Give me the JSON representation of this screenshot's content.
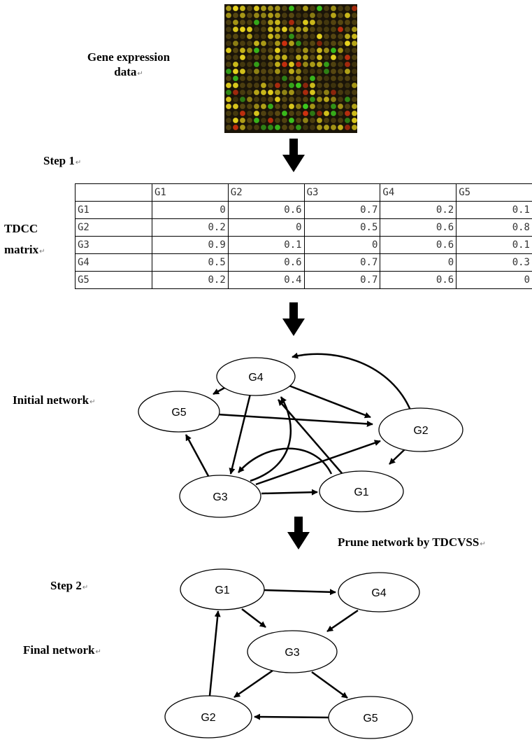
{
  "labels": {
    "gene_expression_line1": "Gene expression",
    "gene_expression_line2": "data",
    "step1": "Step 1",
    "tdcc_line1": "TDCC",
    "tdcc_line2": "matrix",
    "initial_network": "Initial network",
    "prune": "Prune network by TDCVSS",
    "step2": "Step 2",
    "final_network": "Final network",
    "return_mark": "↵"
  },
  "matrix": {
    "headers": [
      "G1",
      "G2",
      "G3",
      "G4",
      "G5"
    ],
    "rows": [
      {
        "label": "G1",
        "values": [
          "0",
          "0.6",
          "0.7",
          "0.2",
          "0.1"
        ]
      },
      {
        "label": "G2",
        "values": [
          "0.2",
          "0",
          "0.5",
          "0.6",
          "0.8"
        ]
      },
      {
        "label": "G3",
        "values": [
          "0.9",
          "0.1",
          "0",
          "0.6",
          "0.1"
        ]
      },
      {
        "label": "G4",
        "values": [
          "0.5",
          "0.6",
          "0.7",
          "0",
          "0.3"
        ]
      },
      {
        "label": "G5",
        "values": [
          "0.2",
          "0.4",
          "0.7",
          "0.6",
          "0"
        ]
      }
    ]
  },
  "initial_network": {
    "nodes": [
      "G4",
      "G5",
      "G2",
      "G3",
      "G1"
    ],
    "edges": [
      [
        "G4",
        "G5"
      ],
      [
        "G4",
        "G2"
      ],
      [
        "G4",
        "G3"
      ],
      [
        "G5",
        "G2"
      ],
      [
        "G2",
        "G4"
      ],
      [
        "G2",
        "G1"
      ],
      [
        "G3",
        "G5"
      ],
      [
        "G3",
        "G4"
      ],
      [
        "G3",
        "G2"
      ],
      [
        "G3",
        "G1"
      ],
      [
        "G1",
        "G4"
      ],
      [
        "G1",
        "G3"
      ]
    ]
  },
  "final_network": {
    "nodes": [
      "G1",
      "G4",
      "G3",
      "G2",
      "G5"
    ],
    "edges": [
      [
        "G1",
        "G4"
      ],
      [
        "G1",
        "G3"
      ],
      [
        "G4",
        "G3"
      ],
      [
        "G3",
        "G2"
      ],
      [
        "G3",
        "G5"
      ],
      [
        "G5",
        "G2"
      ],
      [
        "G2",
        "G1"
      ]
    ]
  },
  "colors": {
    "array_background": "#1a1408",
    "spot_dim": "#5a4a12",
    "spot_yellow": "#e6d21e",
    "spot_green": "#3cc81e",
    "spot_red": "#d2320f",
    "arrow": "#000000"
  }
}
